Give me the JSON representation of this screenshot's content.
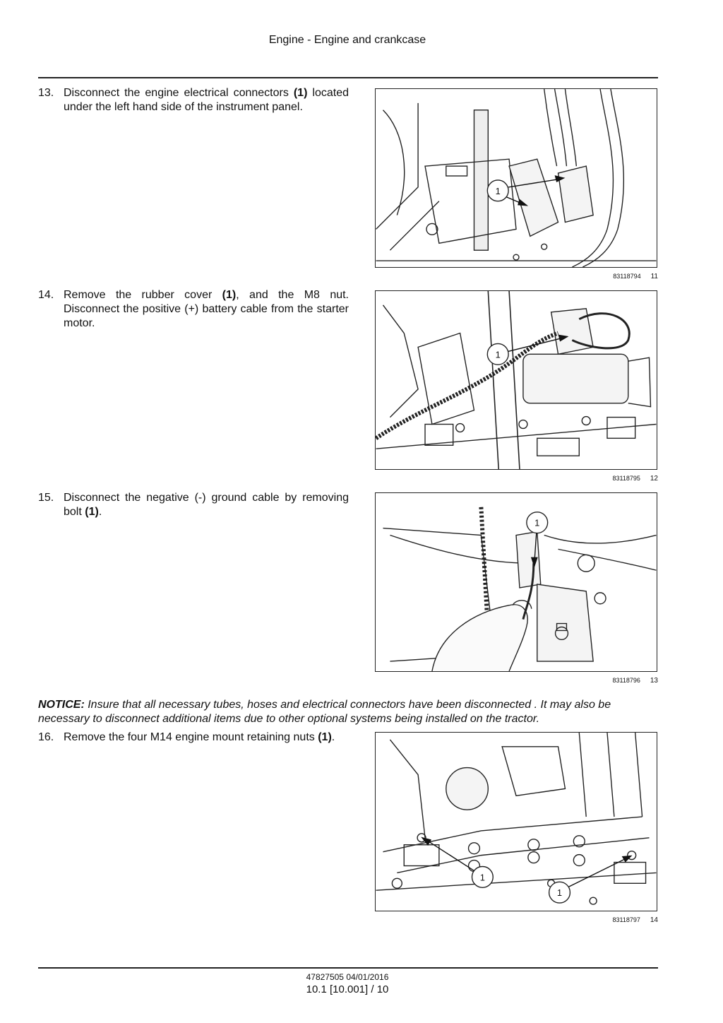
{
  "header": {
    "title": "Engine - Engine and crankcase"
  },
  "steps": [
    {
      "num": "13.",
      "pre": "Disconnect the engine electrical connectors ",
      "ref": "(1)",
      "post": " located under the left hand side of the instrument panel.",
      "figure_id": "83118794",
      "figure_num": "11",
      "callout": "1"
    },
    {
      "num": "14.",
      "pre": "Remove the rubber cover ",
      "ref": "(1)",
      "post": ", and the M8 nut. Disconnect the positive (+) battery cable from the starter motor.",
      "figure_id": "83118795",
      "figure_num": "12",
      "callout": "1"
    },
    {
      "num": "15.",
      "pre": "Disconnect the negative (-) ground cable by removing bolt ",
      "ref": "(1)",
      "post": ".",
      "figure_id": "83118796",
      "figure_num": "13",
      "callout": "1"
    },
    {
      "num": "16.",
      "pre": "Remove the four M14 engine mount retaining nuts ",
      "ref": "(1)",
      "post": ".",
      "figure_id": "83118797",
      "figure_num": "14",
      "callout": "1"
    }
  ],
  "notice": {
    "label": "NOTICE:",
    "text": " Insure that all necessary tubes, hoses and electrical connectors have been disconnected . It may also be necessary to disconnect additional items due to other optional systems being installed on the tractor."
  },
  "footer": {
    "doc_ref": "47827505 04/01/2016",
    "page_ref": "10.1 [10.001] / 10"
  }
}
